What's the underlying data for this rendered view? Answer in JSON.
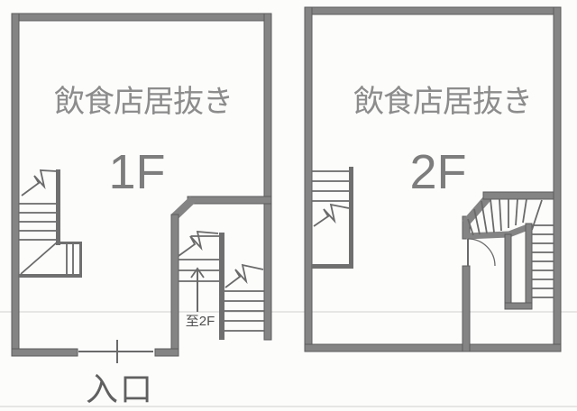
{
  "floors": [
    {
      "usage_label": "飲食店居抜き",
      "floor_label": "1F"
    },
    {
      "usage_label": "飲食店居抜き",
      "floor_label": "2F"
    }
  ],
  "annotations": {
    "entrance": "入口",
    "to_2f": "至2F"
  },
  "colors": {
    "wall": "#848484",
    "wall-edge": "#5c5c5c",
    "line": "#6a6a6a",
    "line-strong": "#6f6f6f",
    "artifact": "#d8d8d5",
    "text-usage": "#8c8c8c",
    "text-floor": "#7d7d7d",
    "text-small": "#4e4e4e",
    "text-entrance": "#606060"
  }
}
